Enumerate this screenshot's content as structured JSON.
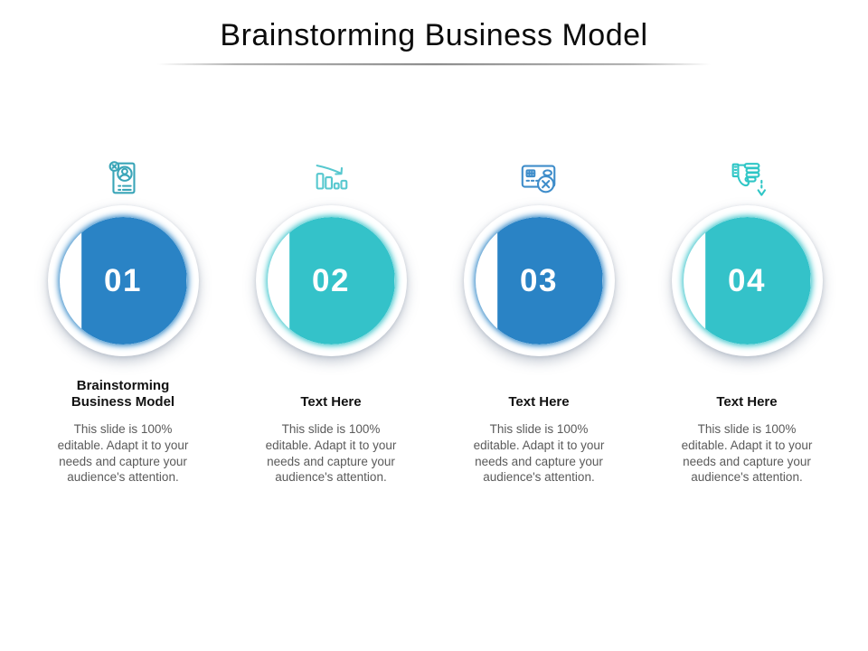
{
  "slide": {
    "title": "Brainstorming Business Model",
    "background_color": "#ffffff",
    "accent_blue": "#2a83c5",
    "accent_teal": "#34c2c9"
  },
  "steps": [
    {
      "number": "01",
      "accent_color": "#2a83c5",
      "icon": "rejected-resume-icon",
      "icon_color": "#3aa5b8",
      "heading": "Brainstorming Business Model",
      "body": "This slide is 100% editable. Adapt it to your needs and capture your audience's attention."
    },
    {
      "number": "02",
      "accent_color": "#34c2c9",
      "icon": "declining-bar-chart-icon",
      "icon_color": "#57c8cf",
      "heading": "Text Here",
      "body": "This slide is 100% editable. Adapt it to your needs and capture your audience's attention."
    },
    {
      "number": "03",
      "accent_color": "#2a83c5",
      "icon": "declined-credit-card-icon",
      "icon_color": "#3f8dca",
      "heading": "Text Here",
      "body": "This slide is 100% editable. Adapt it to your needs and capture your audience's attention."
    },
    {
      "number": "04",
      "accent_color": "#34c2c9",
      "icon": "thumbs-down-arrow-icon",
      "icon_color": "#2fc6c6",
      "heading": "Text Here",
      "body": "This slide is 100% editable. Adapt it to your needs and capture your audience's attention."
    }
  ]
}
